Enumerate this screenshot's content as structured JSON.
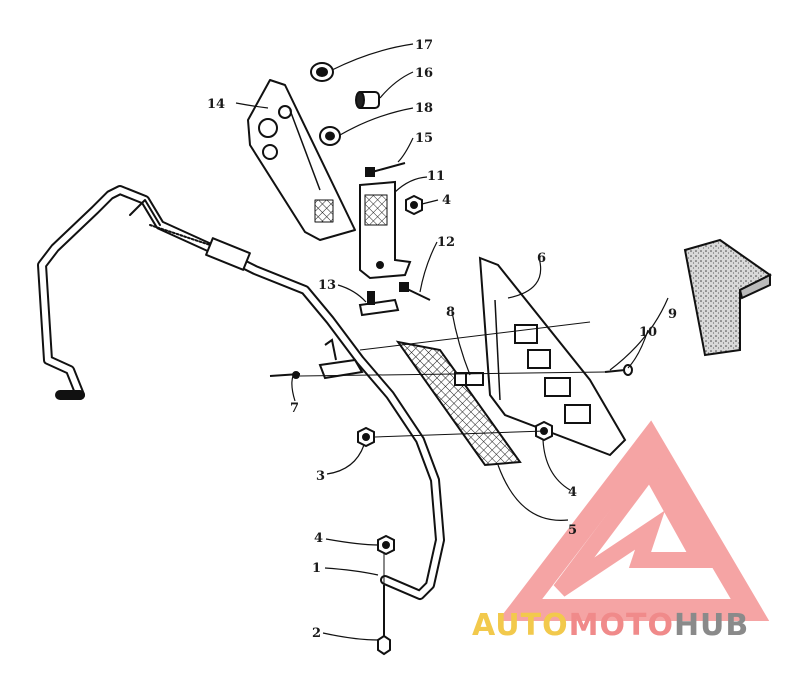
{
  "callouts": [
    {
      "id": "c1",
      "label": "1"
    },
    {
      "id": "c2",
      "label": "2"
    },
    {
      "id": "c3",
      "label": "3"
    },
    {
      "id": "c4a",
      "label": "4"
    },
    {
      "id": "c4b",
      "label": "4"
    },
    {
      "id": "c4c",
      "label": "4"
    },
    {
      "id": "c5",
      "label": "5"
    },
    {
      "id": "c6",
      "label": "6"
    },
    {
      "id": "c7",
      "label": "7"
    },
    {
      "id": "c8",
      "label": "8"
    },
    {
      "id": "c9",
      "label": "9"
    },
    {
      "id": "c10",
      "label": "10"
    },
    {
      "id": "c11",
      "label": "11"
    },
    {
      "id": "c12",
      "label": "12"
    },
    {
      "id": "c13",
      "label": "13"
    },
    {
      "id": "c14",
      "label": "14"
    },
    {
      "id": "c15",
      "label": "15"
    },
    {
      "id": "c16",
      "label": "16"
    },
    {
      "id": "c17",
      "label": "17"
    },
    {
      "id": "c18",
      "label": "18"
    }
  ],
  "watermark": {
    "part1": "AUTO",
    "part2": "MOTO",
    "part3": "HUB",
    "colors": {
      "auto": "#f2c94c",
      "moto": "#f08a8a",
      "hub": "#8a8a8a"
    }
  }
}
